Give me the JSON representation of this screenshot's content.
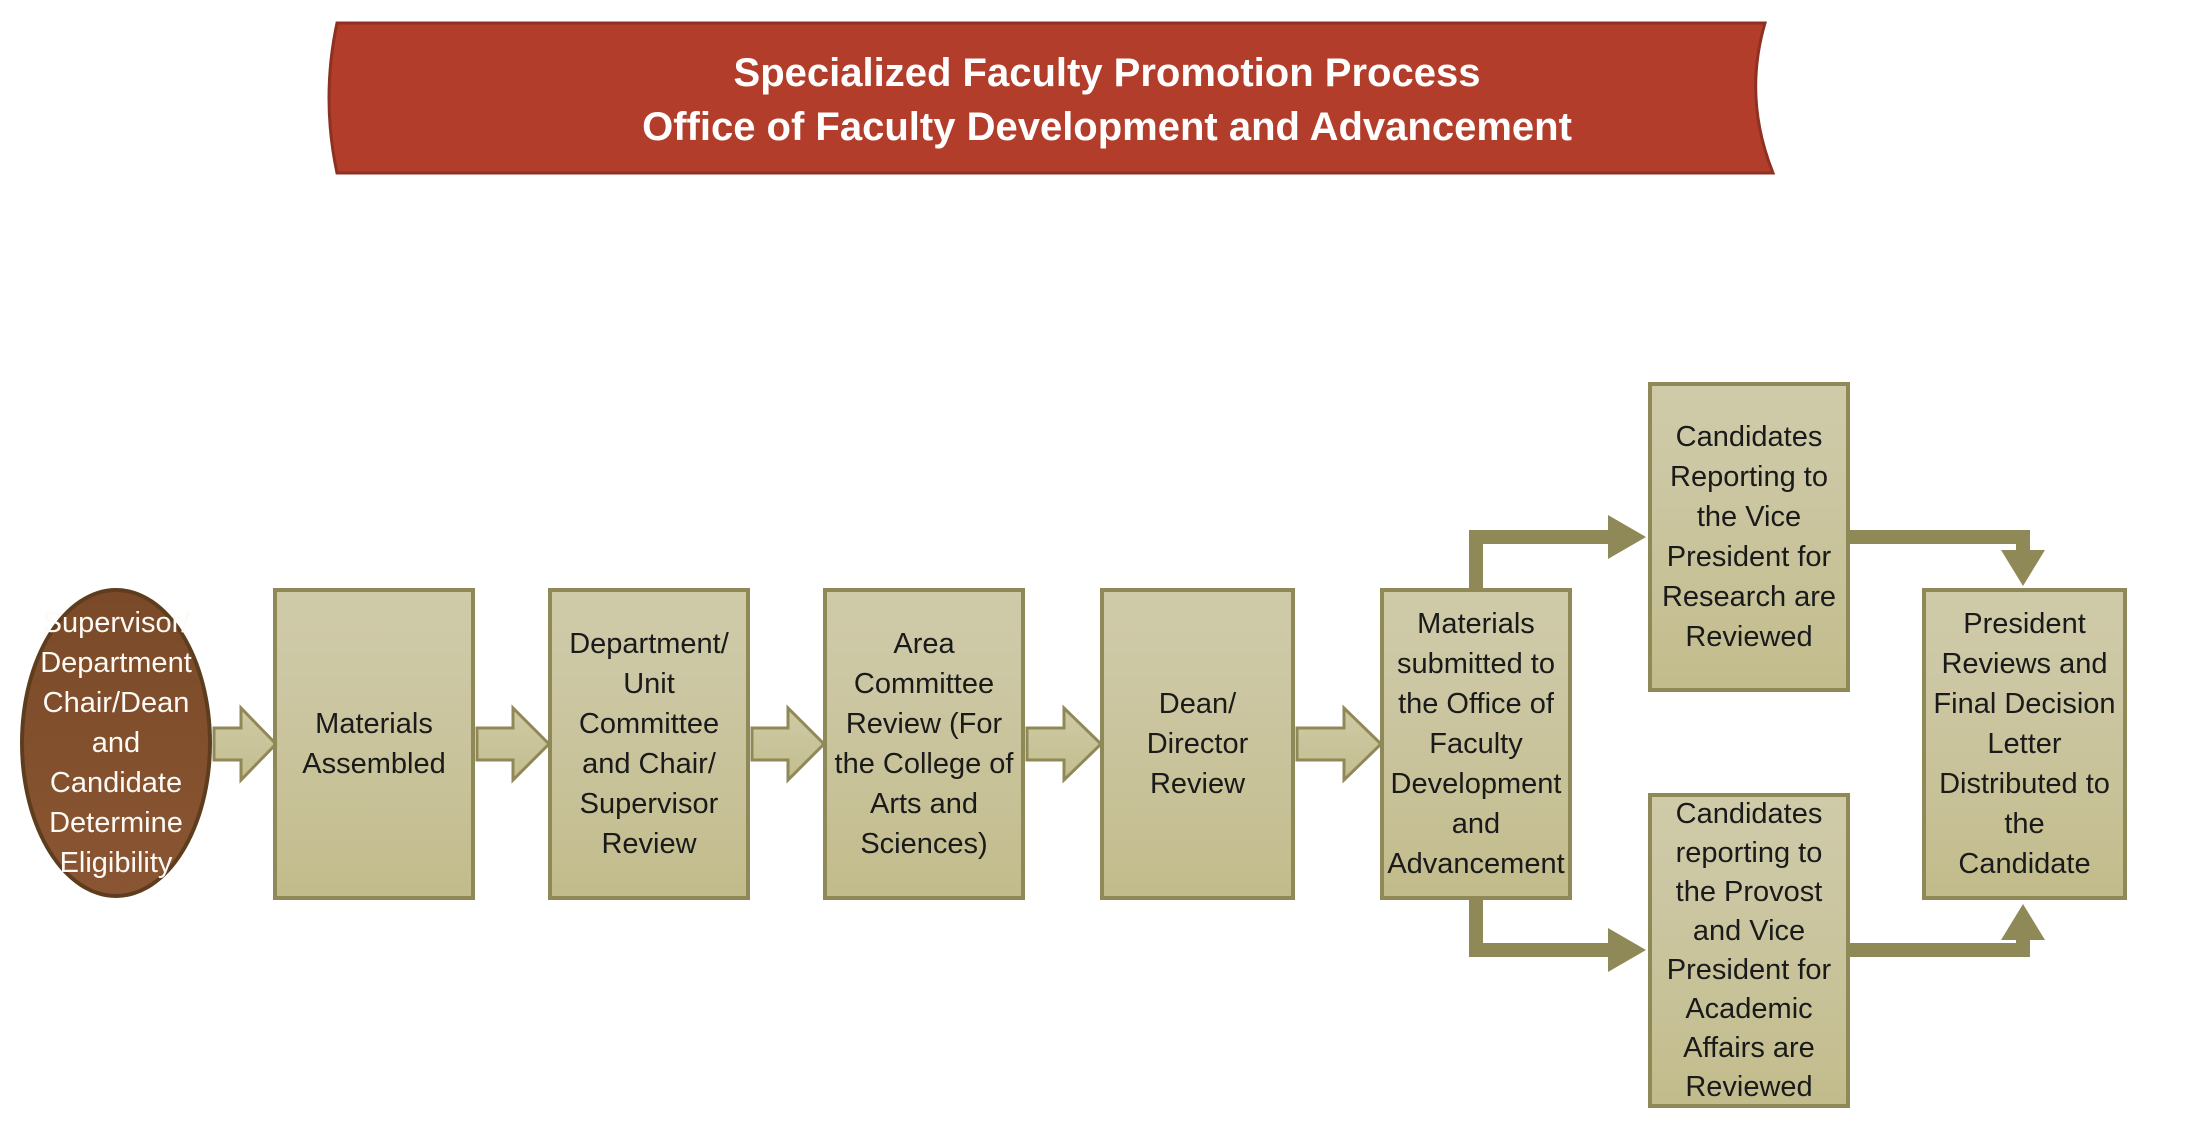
{
  "banner": {
    "line1": "Specialized Faculty Promotion Process",
    "line2": "Office of Faculty Development and Advancement"
  },
  "nodes": {
    "start": "Supervisor/\nDepartment\nChair/Dean\nand\nCandidate\nDetermine\nEligibility",
    "materials": "Materials\nAssembled",
    "department_review": "Department/\nUnit\nCommittee\nand Chair/\nSupervisor\nReview",
    "area_review": "Area\nCommittee\nReview (For\nthe College of\nArts and\nSciences)",
    "dean_review": "Dean/\nDirector\nReview",
    "ofda_submission": "Materials\nsubmitted to\nthe Office of\nFaculty\nDevelopment\nand\nAdvancement",
    "vp_research_branch": "Candidates\nReporting to\nthe Vice\nPresident for\nResearch are\nReviewed",
    "provost_branch": "Candidates\nreporting to\nthe Provost\nand Vice\nPresident for\nAcademic\nAffairs are\nReviewed",
    "president_final": "President\nReviews and\nFinal Decision\nLetter\nDistributed to\nthe\nCandidate"
  },
  "colors": {
    "banner_fill": "#b23d2a",
    "banner_border": "#8e3123",
    "banner_text": "#ffffff",
    "box_fill_top": "#cfcaa8",
    "box_fill_bottom": "#c2bc8c",
    "box_border": "#8f8957",
    "oval_fill": "#82502d",
    "oval_border": "#5e3d1f",
    "connector": "#8f8957",
    "node_text": "#1a1a1a"
  }
}
